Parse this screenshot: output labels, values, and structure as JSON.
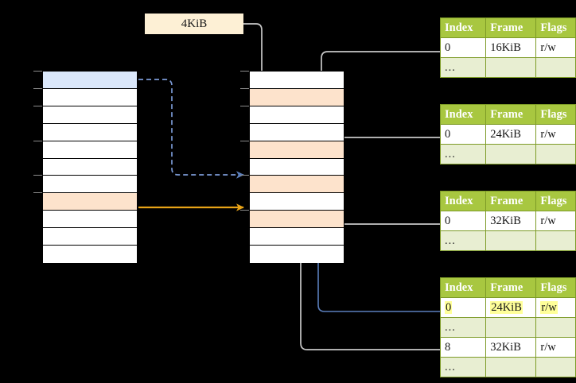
{
  "diagram": {
    "title": "four-level-page-table-translation",
    "page_size_label": {
      "text": "4KiB"
    },
    "colors": {
      "table_header_bg": "#a8c740",
      "table_header_text": "#ffffff",
      "table_border": "#7d9b27",
      "ellipsis_row_bg": "#e8eed2",
      "highlight_yellow": "#ffff99",
      "cell_blue": "#dbe8fb",
      "cell_peach": "#fde3cc",
      "label_box_bg": "#fdf0d5",
      "arrow_orange": "#e8a317",
      "arrow_blue": "#5b7fbd",
      "arrow_gray": "#c8c8c8",
      "background": "#000000"
    },
    "left_stack": {
      "name": "virtual-address-space",
      "cell_count": 11,
      "cells": [
        {
          "fill": "blue"
        },
        {
          "fill": "white"
        },
        {
          "fill": "white"
        },
        {
          "fill": "white"
        },
        {
          "fill": "white"
        },
        {
          "fill": "white"
        },
        {
          "fill": "white"
        },
        {
          "fill": "peach"
        },
        {
          "fill": "white"
        },
        {
          "fill": "white"
        },
        {
          "fill": "white"
        }
      ]
    },
    "middle_stack": {
      "name": "physical-memory",
      "cell_count": 11,
      "cells": [
        {
          "fill": "white"
        },
        {
          "fill": "peach"
        },
        {
          "fill": "white"
        },
        {
          "fill": "white"
        },
        {
          "fill": "peach"
        },
        {
          "fill": "white"
        },
        {
          "fill": "peach"
        },
        {
          "fill": "white"
        },
        {
          "fill": "peach"
        },
        {
          "fill": "white"
        },
        {
          "fill": "white"
        }
      ]
    },
    "tables": [
      {
        "name": "page-table-level-4",
        "headers": [
          "Index",
          "Frame",
          "Flags"
        ],
        "rows": [
          {
            "type": "data",
            "cells": [
              "0",
              "16KiB",
              "r/w"
            ],
            "highlight": [
              false,
              false,
              false
            ]
          },
          {
            "type": "ellipsis",
            "cells": [
              "...",
              "",
              ""
            ],
            "highlight": [
              false,
              false,
              false
            ]
          }
        ]
      },
      {
        "name": "page-table-level-3",
        "headers": [
          "Index",
          "Frame",
          "Flags"
        ],
        "rows": [
          {
            "type": "data",
            "cells": [
              "0",
              "24KiB",
              "r/w"
            ],
            "highlight": [
              false,
              false,
              false
            ]
          },
          {
            "type": "ellipsis",
            "cells": [
              "...",
              "",
              ""
            ],
            "highlight": [
              false,
              false,
              false
            ]
          }
        ]
      },
      {
        "name": "page-table-level-2",
        "headers": [
          "Index",
          "Frame",
          "Flags"
        ],
        "rows": [
          {
            "type": "data",
            "cells": [
              "0",
              "32KiB",
              "r/w"
            ],
            "highlight": [
              false,
              false,
              false
            ]
          },
          {
            "type": "ellipsis",
            "cells": [
              "...",
              "",
              ""
            ],
            "highlight": [
              false,
              false,
              false
            ]
          }
        ]
      },
      {
        "name": "page-table-level-1",
        "headers": [
          "Index",
          "Frame",
          "Flags"
        ],
        "rows": [
          {
            "type": "data",
            "cells": [
              "0",
              "24KiB",
              "r/w"
            ],
            "highlight": [
              true,
              true,
              true
            ]
          },
          {
            "type": "ellipsis",
            "cells": [
              "...",
              "",
              ""
            ],
            "highlight": [
              false,
              false,
              false
            ]
          },
          {
            "type": "data",
            "cells": [
              "8",
              "32KiB",
              "r/w"
            ],
            "highlight": [
              false,
              false,
              false
            ]
          },
          {
            "type": "ellipsis",
            "cells": [
              "...",
              "",
              ""
            ],
            "highlight": [
              false,
              false,
              false
            ]
          }
        ]
      }
    ]
  }
}
